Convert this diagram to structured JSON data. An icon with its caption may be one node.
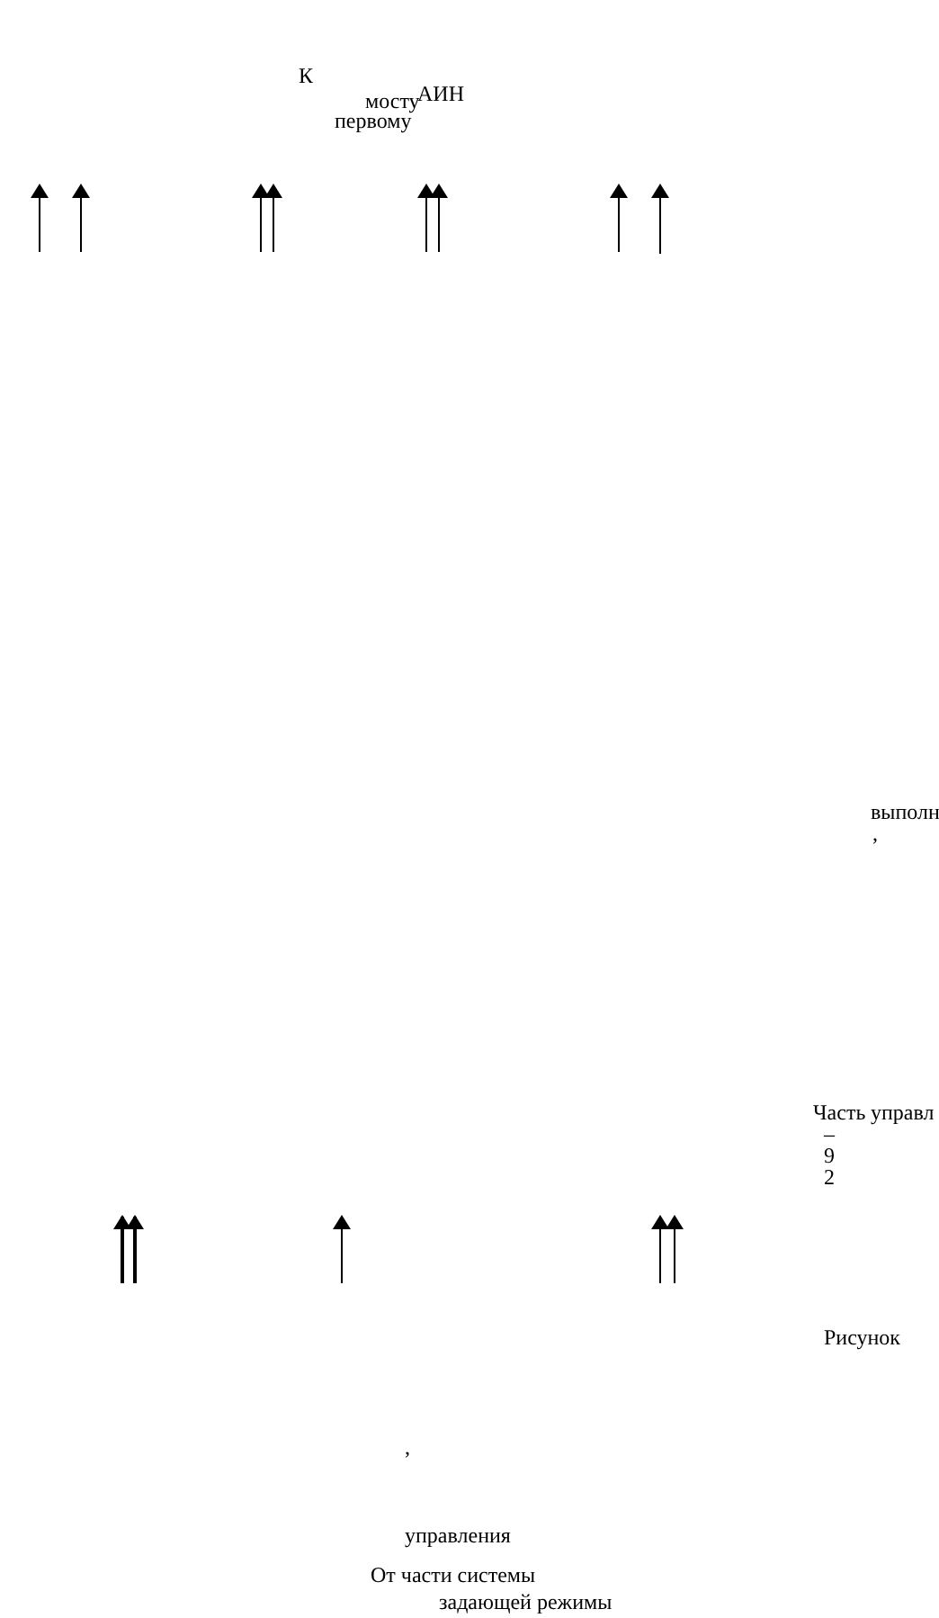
{
  "diagram": {
    "labels": [
      "К",
      "первому",
      "мосту",
      "АИН",
      "выполн",
      ",",
      "Часть",
      "управл",
      "–",
      "9",
      "2",
      "Рисунок",
      ",",
      "управления",
      "От части системы",
      "задающей режимы"
    ]
  }
}
